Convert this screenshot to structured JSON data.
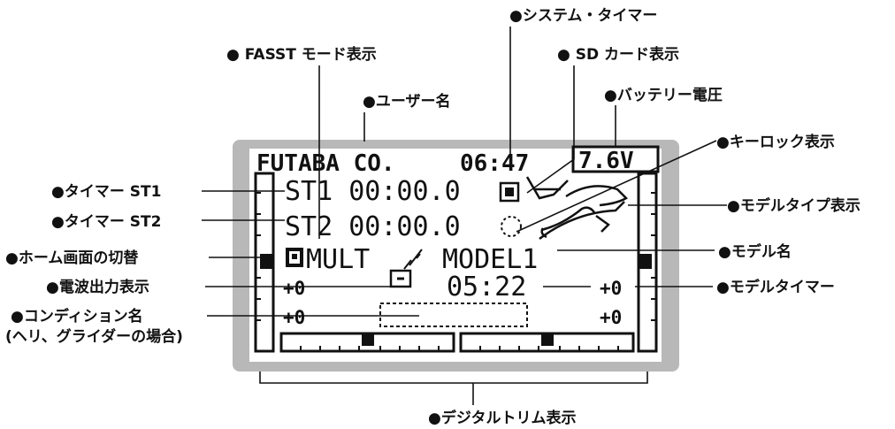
{
  "screen": {
    "user_name": "FUTABA CO.",
    "system_timer": "06:47",
    "battery_voltage": "7.6V",
    "timer_st1": "ST1 00:00.0",
    "timer_st2": "ST2 00:00.0",
    "home_switch_icon": "home-switch-icon",
    "mode": "MULT",
    "model_name": "MODEL1",
    "model_timer": "05:22",
    "trim_left_top": "+0",
    "trim_left_bottom": "+0",
    "trim_right_top": "+0",
    "trim_right_bottom": "+0"
  },
  "callouts": {
    "system_timer": "●システム・タイマー",
    "fasst_mode": "● FASST モード表示",
    "sd_card": "● SD カード表示",
    "user_name": "●ユーザー名",
    "battery": "●バッテリー電圧",
    "key_lock": "●キーロック表示",
    "timer_st1": "●タイマー ST1",
    "timer_st2": "●タイマー ST2",
    "model_type": "●モデルタイプ表示",
    "home_switch": "●ホーム画面の切替",
    "model_name": "●モデル名",
    "rf_output": "●電波出力表示",
    "model_timer": "●モデルタイマー",
    "condition_name": "●コンディション名",
    "condition_note": "(ヘリ、グライダーの場合)",
    "digital_trim": "●デジタルトリム表示"
  },
  "icons": {
    "sd_card": "sd-card-icon",
    "key_lock": "key-lock-icon",
    "model_type": "airplane-icon",
    "rf_output": "antenna-icon"
  }
}
